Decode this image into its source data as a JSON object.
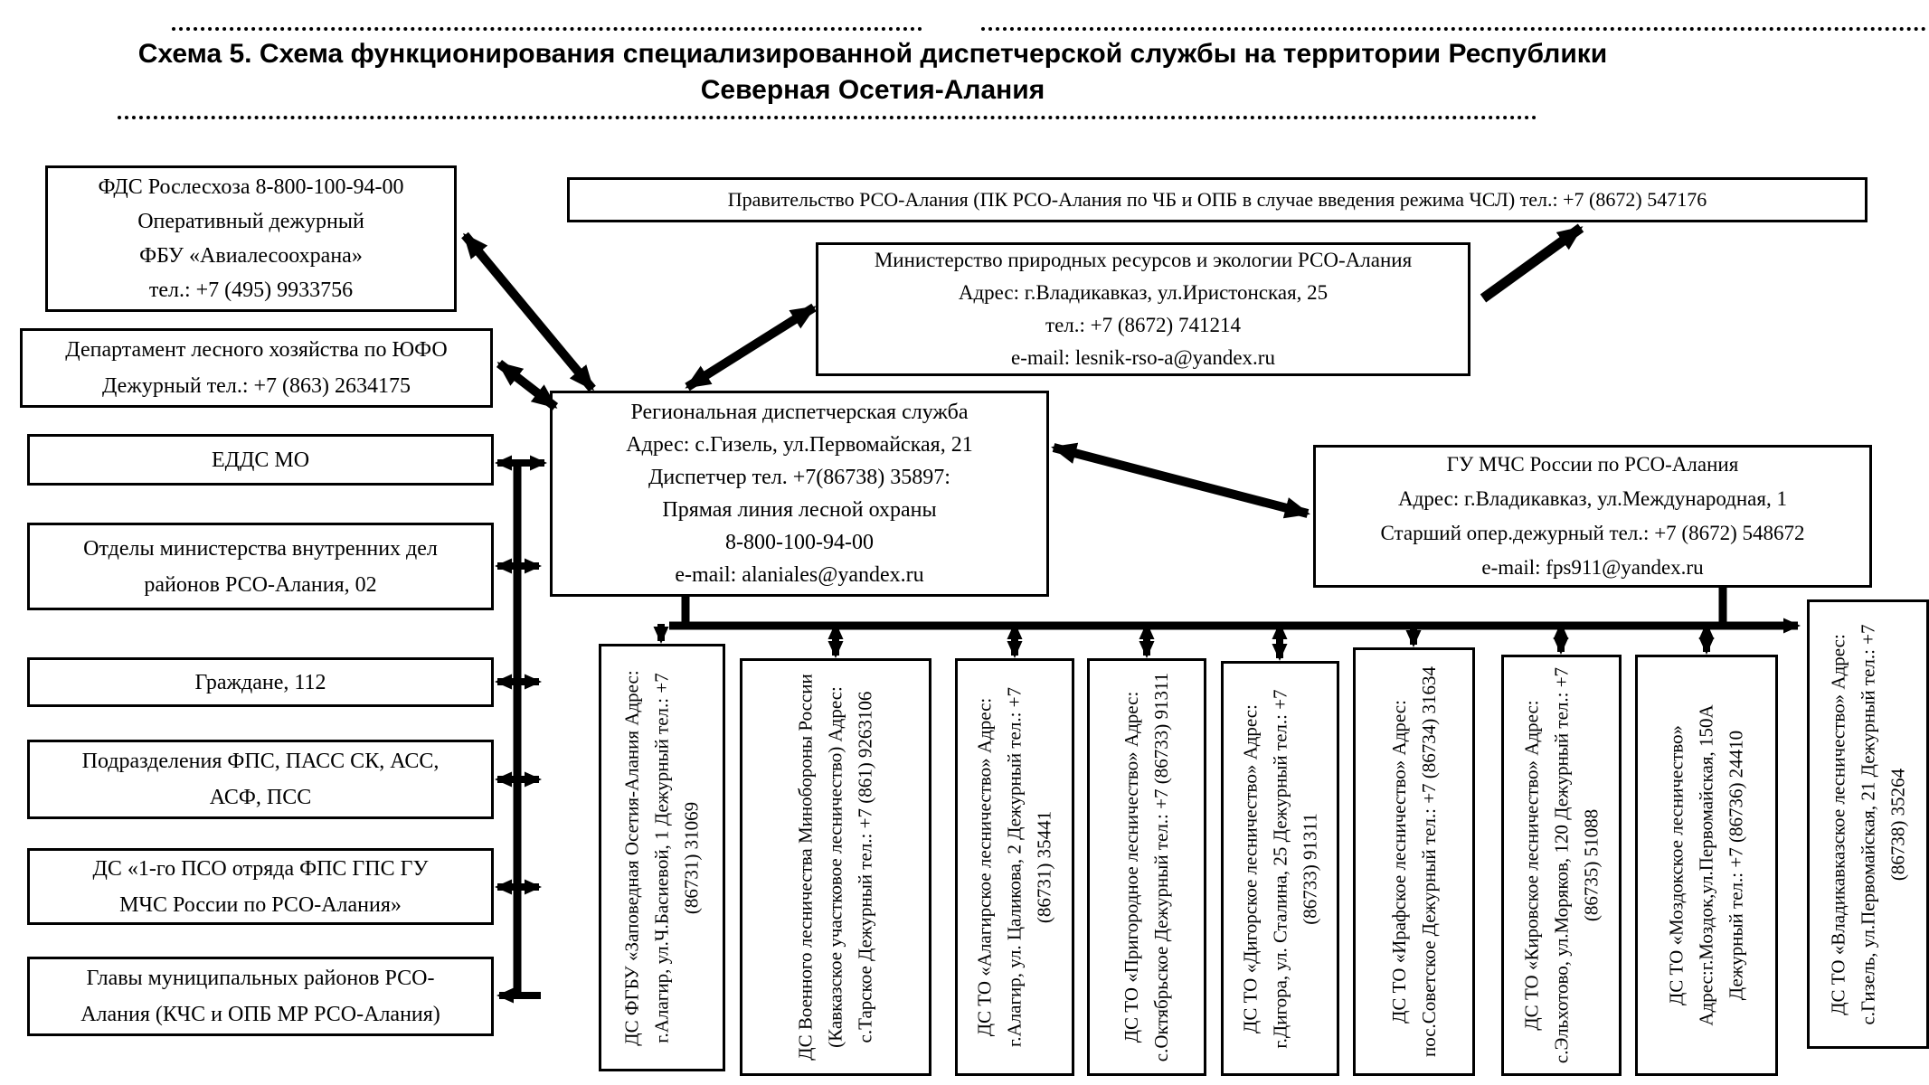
{
  "title": {
    "line1": "Схема 5. Схема функционирования специализированной диспетчерской службы на территории Республики",
    "line2": "Северная Осетия-Алания"
  },
  "colors": {
    "ink": "#000000",
    "background": "#ffffff"
  },
  "nodes": {
    "fds_rosleskhoz": {
      "lines": [
        "ФДС Рослесхоза 8-800-100-94-00",
        "Оперативный дежурный",
        "ФБУ «Авиалесоохрана»",
        "тел.: +7 (495) 9933756"
      ]
    },
    "dept_yufo": {
      "lines": [
        "Департамент лесного хозяйства по ЮФО",
        "Дежурный тел.: +7 (863) 2634175"
      ]
    },
    "eddc_mo": {
      "lines": [
        "ЕДДС МО"
      ]
    },
    "mvd": {
      "lines": [
        "Отделы министерства внутренних дел",
        "районов РСО-Алания, 02"
      ]
    },
    "citizens": {
      "lines": [
        "Граждане, 112"
      ]
    },
    "fps_units": {
      "lines": [
        "Подразделения ФПС, ПАСС СК, АСС,",
        "АСФ, ПСС"
      ]
    },
    "ds_1_pso": {
      "lines": [
        "ДС «1-го ПСО отряда ФПС ГПС ГУ",
        "МЧС России по РСО-Алания»"
      ]
    },
    "municipal_heads": {
      "lines": [
        "Главы муниципальных районов РСО-",
        "Алания (КЧС и ОПБ МР РСО-Алания)"
      ]
    },
    "government": {
      "lines": [
        "Правительство РСО-Алания  (ПК РСО-Алания по ЧБ и ОПБ в случае введения режима ЧСЛ) тел.: +7 (8672) 547176"
      ]
    },
    "ministry": {
      "lines": [
        "Министерство природных ресурсов и экологии РСО-Алания",
        "Адрес: г.Владикавказ, ул.Иристонская, 25",
        "тел.: +7 (8672) 741214",
        "e-mail: lesnik-rso-a@yandex.ru"
      ]
    },
    "rds": {
      "lines": [
        "Региональная диспетчерская служба",
        "Адрес: с.Гизель, ул.Первомайская, 21",
        "Диспетчер тел. +7(86738) 35897:",
        "Прямая линия лесной охраны",
        "8-800-100-94-00",
        "e-mail: alaniales@yandex.ru"
      ]
    },
    "gu_mchs": {
      "lines": [
        "ГУ МЧС России по РСО-Алания",
        "Адрес: г.Владикавказ, ул.Международная, 1",
        "Старший опер.дежурный тел.: +7 (8672) 548672",
        "e-mail: fps911@yandex.ru"
      ]
    }
  },
  "forestry_units": [
    {
      "lines": [
        "ДС ФГБУ «Заповедная Осетия-Алания",
        "Адрес: г.Алагир, ул.Ч.Басиевой, 1",
        "Дежурный тел.: +7 (86731) 31069"
      ]
    },
    {
      "lines": [
        "ДС Военного лесничества",
        "Минобороны России (Кавказское",
        "участковое лесничество)",
        "Адрес: с.Тарское",
        "Дежурный тел.: +7 (861) 9263106"
      ]
    },
    {
      "lines": [
        "ДС ТО «Алагирское лесничество»",
        "Адрес: г.Алагир, ул. Цаликова, 2",
        "Дежурный тел.: +7 (86731) 35441"
      ]
    },
    {
      "lines": [
        "ДС ТО «Пригородное лесничество»",
        "Адрес: с.Октябрьское",
        "Дежурный тел.: +7 (86733) 91311"
      ]
    },
    {
      "lines": [
        "ДС ТО «Дигорское лесничество»",
        "Адрес: г.Дигора, ул. Сталина, 25",
        "Дежурный тел.: +7 (86733) 91311"
      ]
    },
    {
      "lines": [
        "ДС ТО «Ирафское лесничество»",
        "Адрес: пос.Советское",
        "Дежурный тел.: +7 (86734) 31634"
      ]
    },
    {
      "lines": [
        "ДС ТО «Кировское лесничество»",
        "Адрес: с.Эльхотово, ул.Моряков, 120",
        "Дежурный тел.: +7 (86735) 51088"
      ]
    },
    {
      "lines": [
        "ДС ТО «Моздокское лесничество»",
        "Адрес:г.Моздок,ул.Первомайская,",
        "150А",
        "Дежурный тел.: +7 (86736) 24410"
      ]
    },
    {
      "lines": [
        "ДС ТО «Владикавказское лесничество»",
        "Адрес: с.Гизель, ул.Первомайская, 21",
        "Дежурный тел.: +7 (86738) 35264"
      ]
    }
  ]
}
